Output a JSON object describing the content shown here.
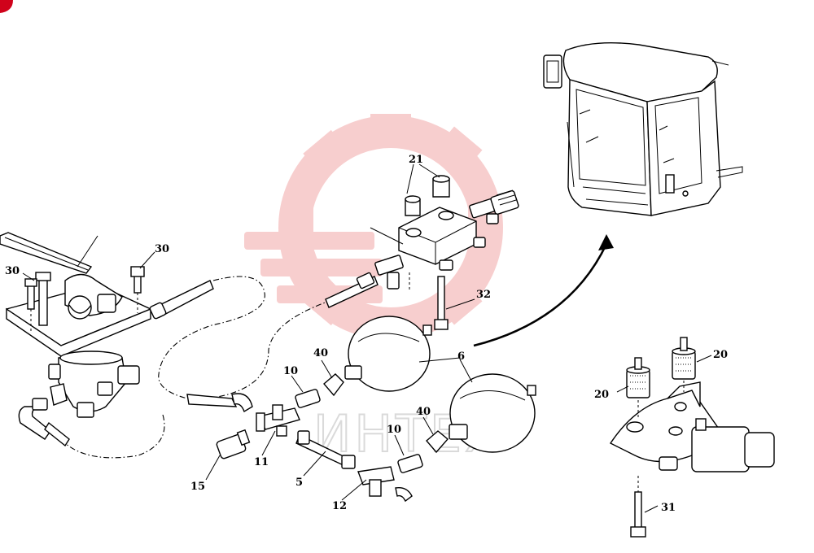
{
  "watermark": {
    "brand_text": "ИНТЕХ",
    "gear_color": "#f7c9c9"
  },
  "callouts": {
    "n30_right": "30",
    "n30_left": "30",
    "n21": "21",
    "n32": "32",
    "n6": "6",
    "n40_left": "40",
    "n10_left": "10",
    "n40_right": "40",
    "n10_right": "10",
    "n11": "11",
    "n5": "5",
    "n12": "12",
    "n15": "15",
    "n20_left": "20",
    "n20_right": "20",
    "n31": "31"
  },
  "colors": {
    "line": "#000000",
    "corner_badge": "#d0021b"
  }
}
